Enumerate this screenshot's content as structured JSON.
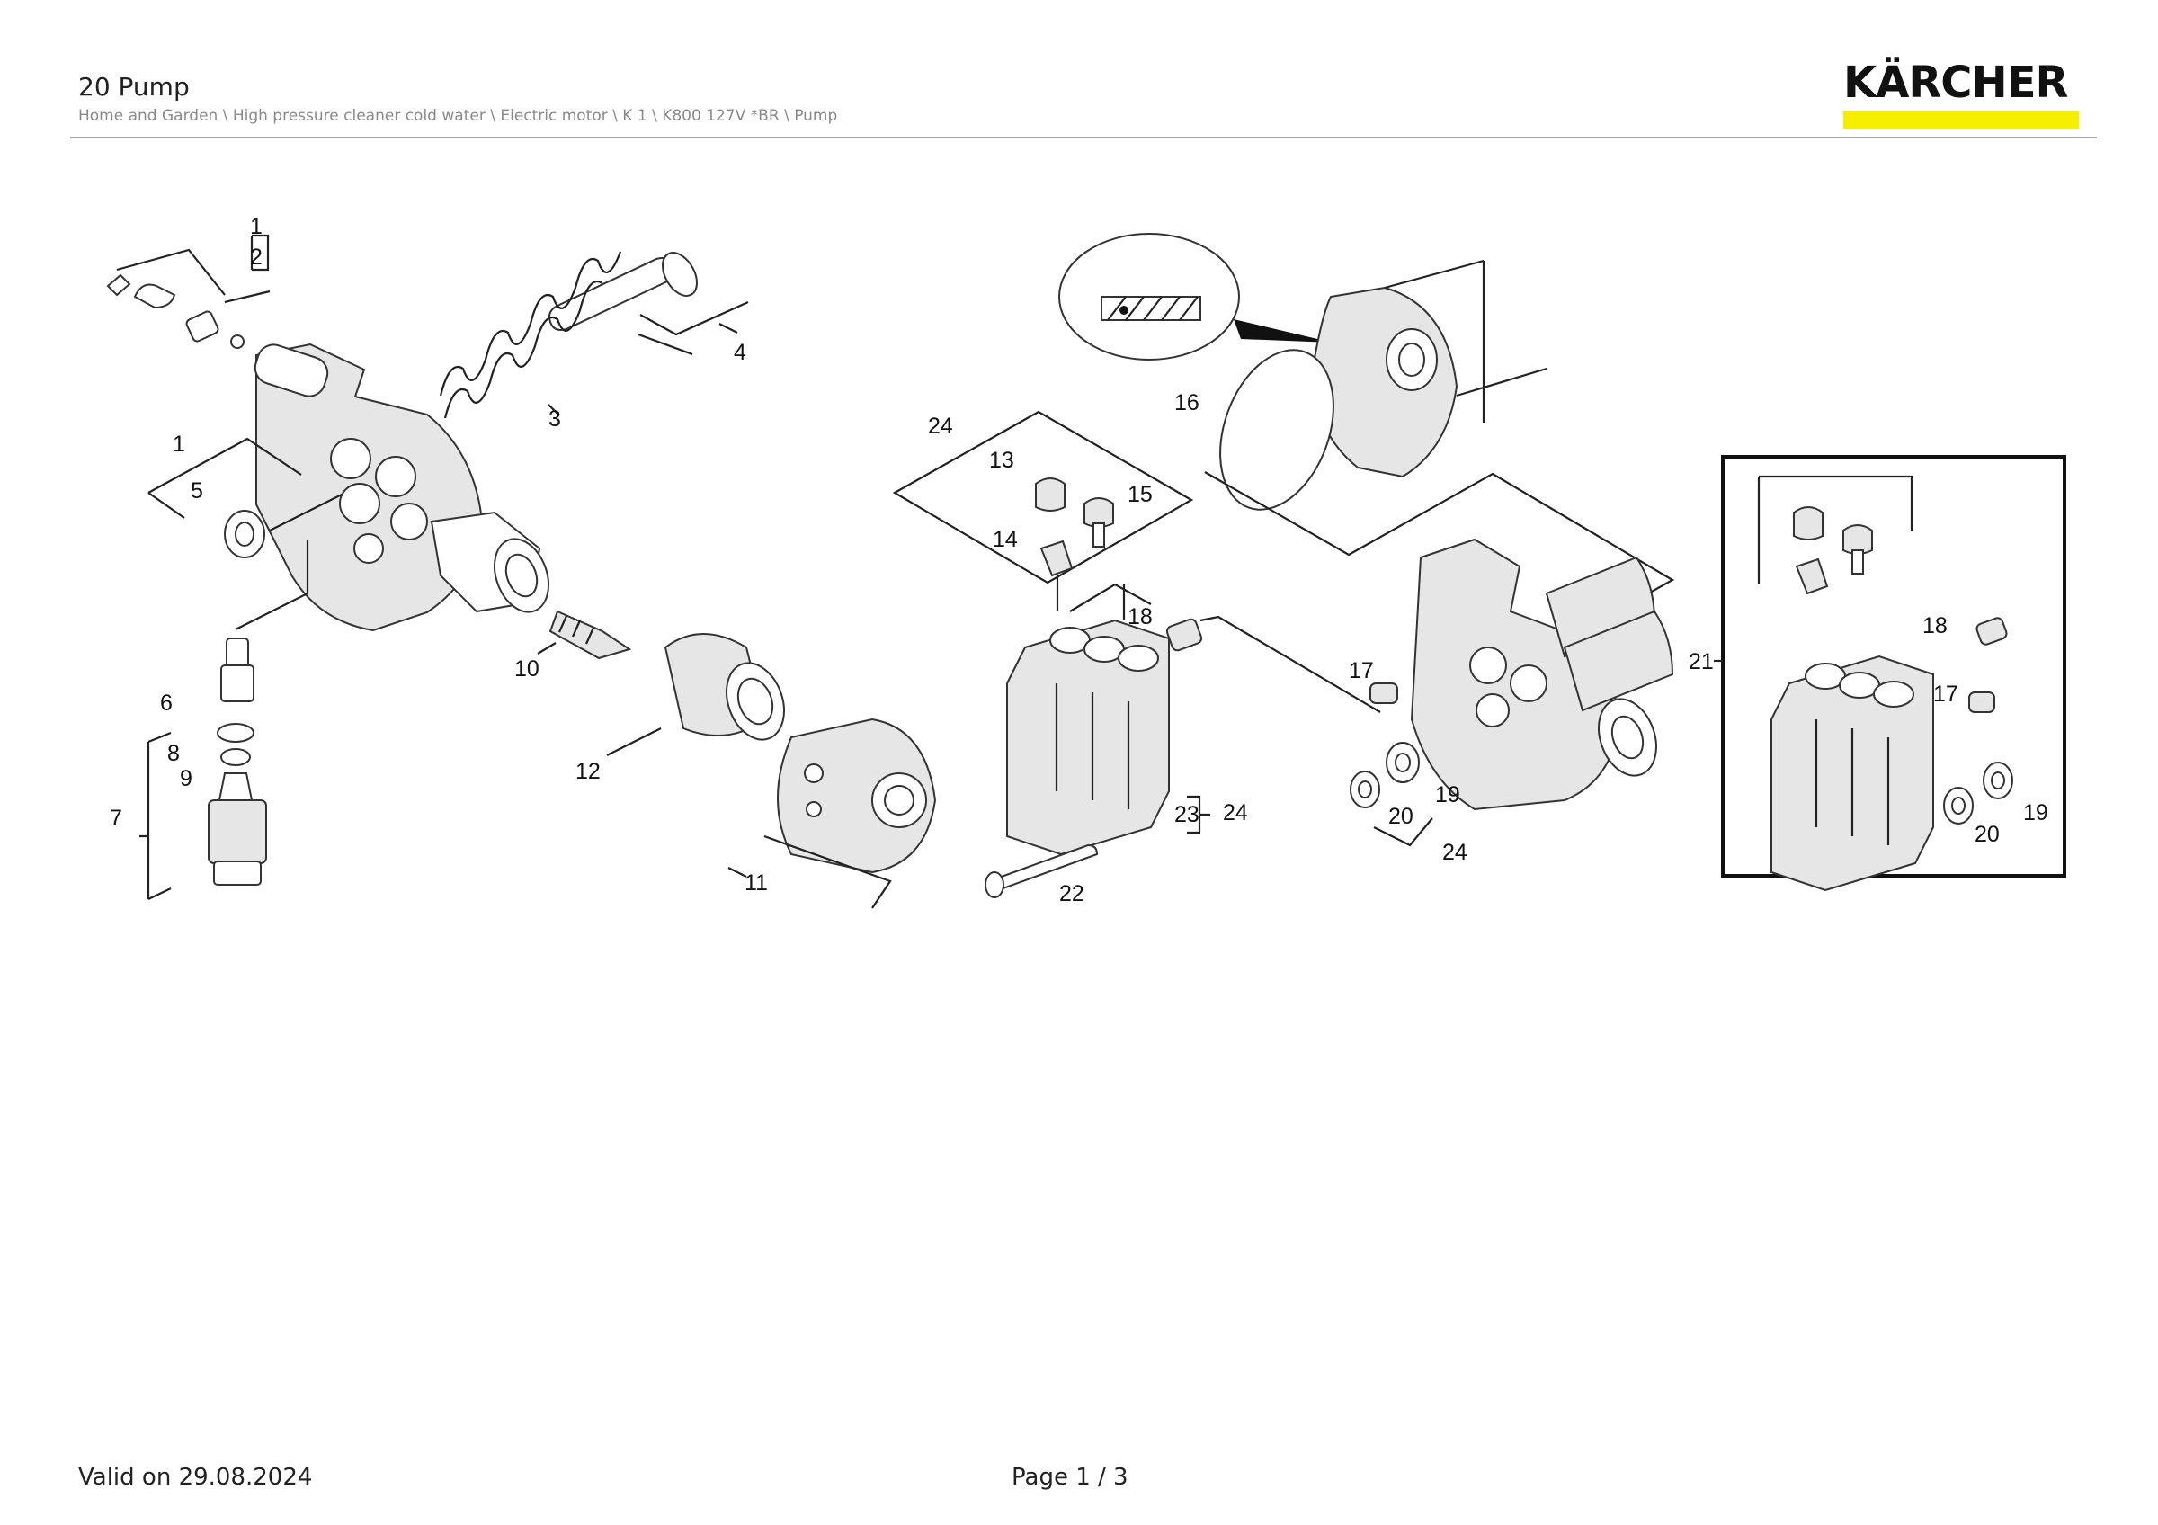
{
  "header": {
    "title": "20 Pump",
    "breadcrumb": "Home and Garden \\ High pressure cleaner cold water \\ Electric motor \\ K 1 \\ K800 127V *BR \\ Pump"
  },
  "logo": {
    "text": "KÄRCHER",
    "accent_color": "#f4ee00"
  },
  "diagram": {
    "callouts": [
      "1",
      "2",
      "1",
      "3",
      "4",
      "5",
      "6",
      "7",
      "8",
      "9",
      "10",
      "12",
      "11",
      "24",
      "13",
      "15",
      "14",
      "18",
      "16",
      "17",
      "23",
      "24",
      "22",
      "20",
      "19",
      "24",
      "21",
      "18",
      "17",
      "20",
      "19"
    ]
  },
  "footer": {
    "valid": "Valid on 29.08.2024",
    "page": "Page 1 / 3"
  }
}
